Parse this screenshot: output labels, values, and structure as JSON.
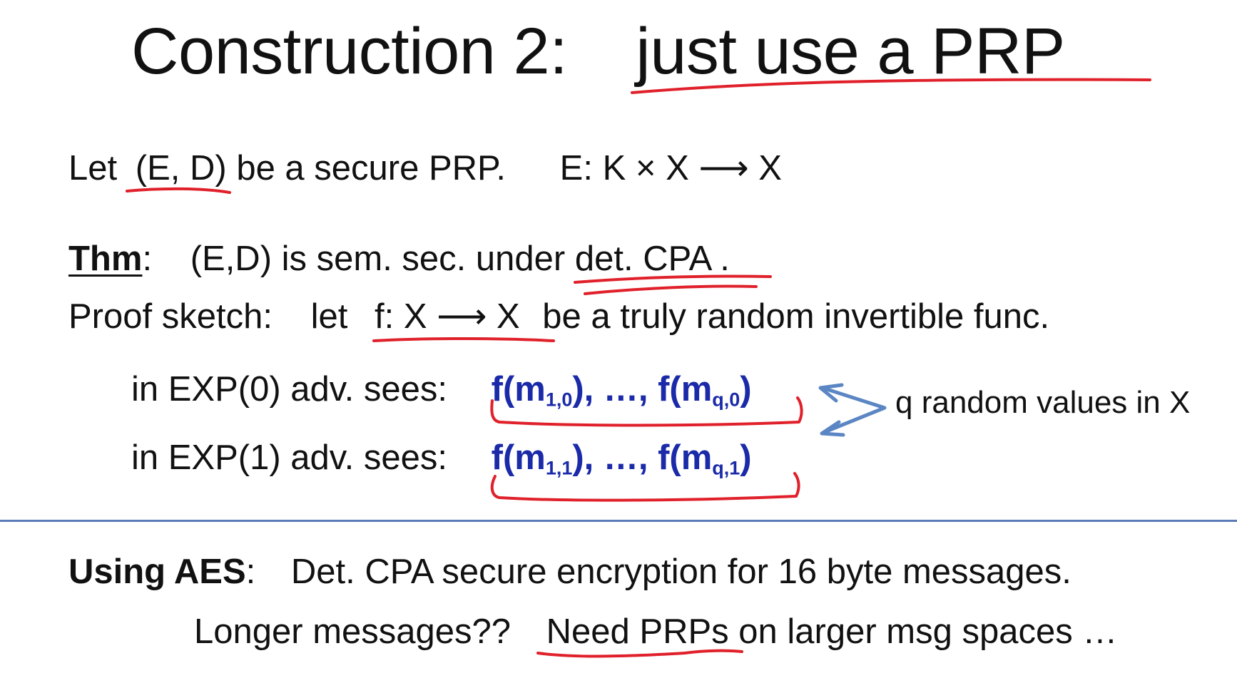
{
  "title": {
    "prefix": "Construction 2:",
    "main": "just use a PRP"
  },
  "line1": {
    "let": "Let",
    "scheme": "(E, D)",
    "rest": "be a secure PRP.",
    "signature": "E: K × X ⟶ X"
  },
  "theorem": {
    "label": "Thm",
    "colon": ":",
    "statement_a": "(E,D) is sem. sec. under",
    "statement_b": "det. CPA ."
  },
  "proof": {
    "label": "Proof sketch:",
    "let": "let",
    "func": "f: X ⟶ X",
    "rest": "be a truly random invertible func."
  },
  "exp0": {
    "prefix": "in  EXP(0)  adv. sees:",
    "f1": "f(m",
    "s1": "1,0",
    "mid": "), …, f(m",
    "s2": "q,0",
    "end": ")"
  },
  "exp1": {
    "prefix": "in  EXP(1)  adv. sees:",
    "f1": "f(m",
    "s1": "1,1",
    "mid": "), …, f(m",
    "s2": "q,1",
    "end": ")"
  },
  "annotation": "q random values in X",
  "aes": {
    "label": "Using AES",
    "colon": ":",
    "text": "Det. CPA secure encryption for 16 byte messages.",
    "q_a": "Longer messages??",
    "q_b": "Need PRPs",
    "q_c": "on larger msg spaces …"
  },
  "colors": {
    "ink_red": "#e0202a",
    "arrow_blue": "#5b86c4",
    "math_blue": "#1a2aa8",
    "divider": "#5a7bb5"
  }
}
